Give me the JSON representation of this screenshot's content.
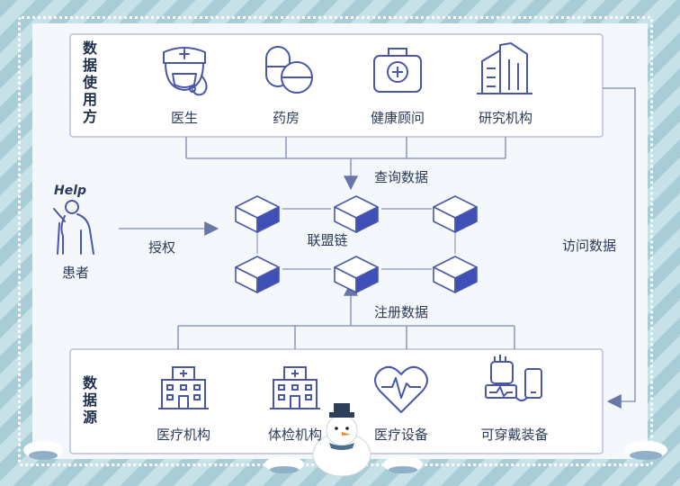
{
  "top_group": {
    "title": "数据使用方",
    "items": [
      {
        "label": "医生",
        "icon": "doctor-icon"
      },
      {
        "label": "药房",
        "icon": "pill-icon"
      },
      {
        "label": "健康顾问",
        "icon": "medical-kit-icon"
      },
      {
        "label": "研究机构",
        "icon": "building-icon"
      }
    ]
  },
  "bottom_group": {
    "title": "数据源",
    "items": [
      {
        "label": "医疗机构",
        "icon": "hospital-icon"
      },
      {
        "label": "体检机构",
        "icon": "clinic-icon"
      },
      {
        "label": "医疗设备",
        "icon": "heart-monitor-icon"
      },
      {
        "label": "可穿戴装备",
        "icon": "wearable-icon"
      }
    ]
  },
  "patient": {
    "help_text": "Help",
    "label": "患者",
    "icon": "patient-icon"
  },
  "edges": {
    "authorize": "授权",
    "query": "查询数据",
    "register": "注册数据",
    "access": "访问数据"
  },
  "chain": {
    "label": "联盟链"
  },
  "colors": {
    "node_dark": "#3f4fb8",
    "node_light": "#ffffff",
    "stroke": "#4a57a8",
    "line": "#8f9bbf",
    "arrow": "#6877a8"
  }
}
